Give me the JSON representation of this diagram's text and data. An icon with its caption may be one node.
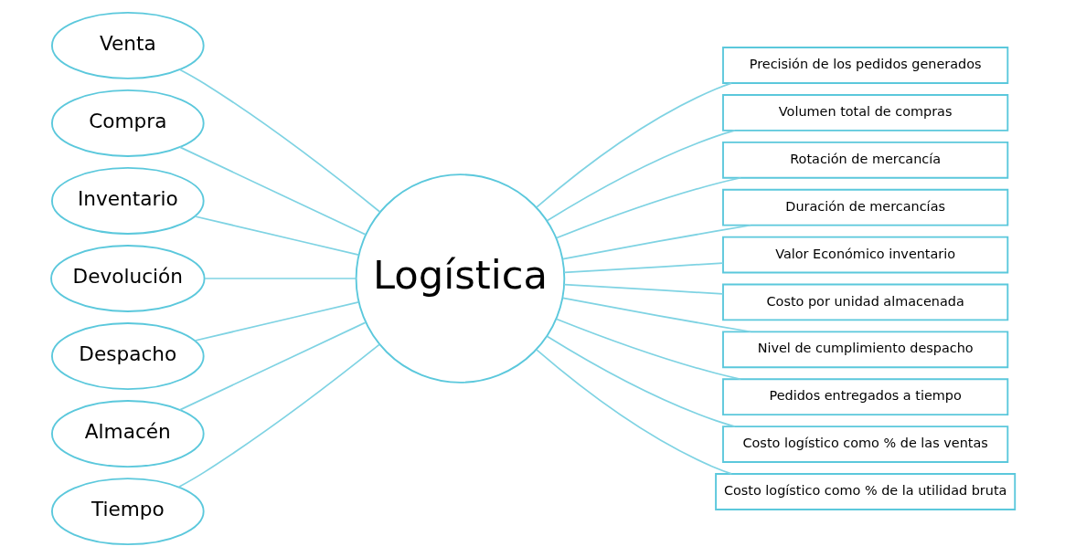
{
  "diagram": {
    "nodes": [
      {
        "text": [
          "Logística"
        ]
      },
      {
        "text": [
          "Venta"
        ]
      },
      {
        "text": [
          "Compra"
        ]
      },
      {
        "text": [
          "Inventario"
        ]
      },
      {
        "text": [
          "Devolución"
        ]
      },
      {
        "text": [
          "Despacho"
        ]
      },
      {
        "text": [
          "Almacén"
        ]
      },
      {
        "text": [
          "Tiempo"
        ]
      },
      {
        "text": [
          "Precisión de los pedidos generados"
        ]
      },
      {
        "text": [
          "Volumen total de compras"
        ]
      },
      {
        "text": [
          "Rotación de mercancía"
        ]
      },
      {
        "text": [
          "Duración de mercancías"
        ]
      },
      {
        "text": [
          "Valor Económico inventario"
        ]
      },
      {
        "text": [
          "Costo por unidad almacenada"
        ]
      },
      {
        "text": [
          "Nivel de cumplimiento despacho"
        ]
      },
      {
        "text": [
          "Pedidos entregados a tiempo"
        ]
      },
      {
        "text": [
          "Costo logístico como % de las ventas"
        ]
      },
      {
        "text": [
          "Costo logístico como % de la utilidad bruta"
        ]
      }
    ],
    "edges": [
      {
        "from": 1,
        "to": 0,
        "arrow": "none"
      },
      {
        "from": 2,
        "to": 0,
        "arrow": "none"
      },
      {
        "from": 3,
        "to": 0,
        "arrow": "none"
      },
      {
        "from": 4,
        "to": 0,
        "arrow": "none"
      },
      {
        "from": 5,
        "to": 0,
        "arrow": "none"
      },
      {
        "from": 6,
        "to": 0,
        "arrow": "none"
      },
      {
        "from": 7,
        "to": 0,
        "arrow": "none"
      },
      {
        "from": 0,
        "to": 8,
        "arrow": "none"
      },
      {
        "from": 0,
        "to": 9,
        "arrow": "none"
      },
      {
        "from": 0,
        "to": 10,
        "arrow": "none"
      },
      {
        "from": 0,
        "to": 11,
        "arrow": "none"
      },
      {
        "from": 0,
        "to": 12,
        "arrow": "none"
      },
      {
        "from": 0,
        "to": 13,
        "arrow": "none"
      },
      {
        "from": 0,
        "to": 14,
        "arrow": "none"
      },
      {
        "from": 0,
        "to": 15,
        "arrow": "none"
      },
      {
        "from": 0,
        "to": 16,
        "arrow": "none"
      },
      {
        "from": 0,
        "to": 17,
        "arrow": "none"
      }
    ]
  }
}
